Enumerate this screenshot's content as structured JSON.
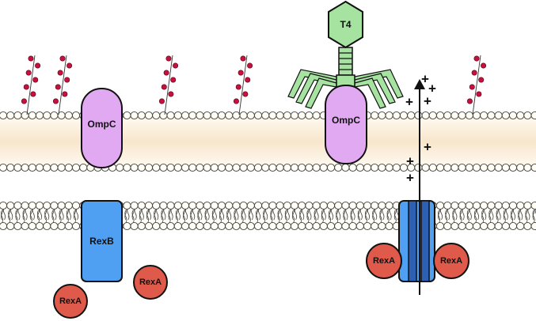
{
  "labels": {
    "phage": "T4",
    "ompc_left": "OmpC",
    "ompc_right": "OmpC",
    "rexb": "RexB",
    "rexa_free_1": "RexA",
    "rexa_free_2": "RexA",
    "rexa_channel_left": "RexA",
    "rexa_channel_right": "RexA"
  },
  "ions": [
    "+",
    "+",
    "+",
    "+",
    "+",
    "+",
    "+"
  ],
  "colors": {
    "membrane_inner_band": "#fbf1e2",
    "lipid_head": "#fffdf4",
    "lipid_outline": "#444444",
    "ompc_fill": "#e2a9f3",
    "rexb_fill": "#4f9ff2",
    "channel_dark": "#2d5fb3",
    "rexa_fill": "#e05a4b",
    "phage_fill": "#a6e3a1",
    "lps_bead": "#c8103e"
  },
  "icons": {
    "lps_chain": "lps-chain-icon",
    "phage": "t4-phage-icon",
    "ion_flow": "arrow-up-icon"
  }
}
